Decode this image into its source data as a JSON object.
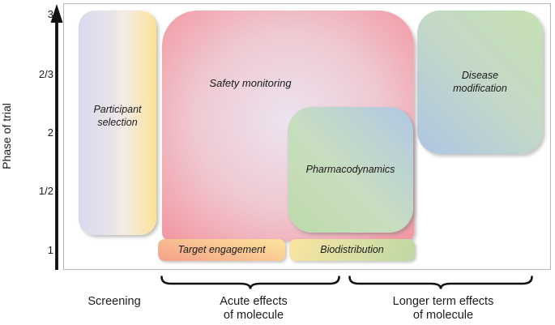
{
  "figure": {
    "y_axis": {
      "label": "Phase of trial",
      "ticks": [
        "3",
        "2/3",
        "2",
        "1/2",
        "1"
      ]
    },
    "boxes": {
      "participant_selection": {
        "label": "Participant\nselection"
      },
      "safety_monitoring": {
        "label": "Safety monitoring"
      },
      "pharmacodynamics": {
        "label": "Pharmacodynamics"
      },
      "disease_modification": {
        "label": "Disease\nmodification"
      },
      "target_engagement": {
        "label": "Target engagement"
      },
      "biodistribution": {
        "label": "Biodistribution"
      }
    },
    "x_groups": {
      "screening": {
        "label": "Screening"
      },
      "acute": {
        "label": "Acute effects\nof molecule"
      },
      "longer": {
        "label": "Longer term effects\nof molecule"
      }
    },
    "colors": {
      "plot_border": "#b5b5b5",
      "text": "#1a1a1a",
      "participant_left": "#d5dbee",
      "participant_right": "#fce298",
      "safety_center": "#ece4f0",
      "safety_edge": "#f3959f",
      "pharma_blue": "#b1c7e5",
      "pharma_green": "#bdd9aa",
      "disease_green": "#c6e0b2",
      "disease_blue": "#aec5e4",
      "target_yellow": "#fce09a",
      "target_orange": "#f5a38a",
      "bio_yellow": "#f9e4a0",
      "bio_green": "#bdd7a4"
    }
  }
}
